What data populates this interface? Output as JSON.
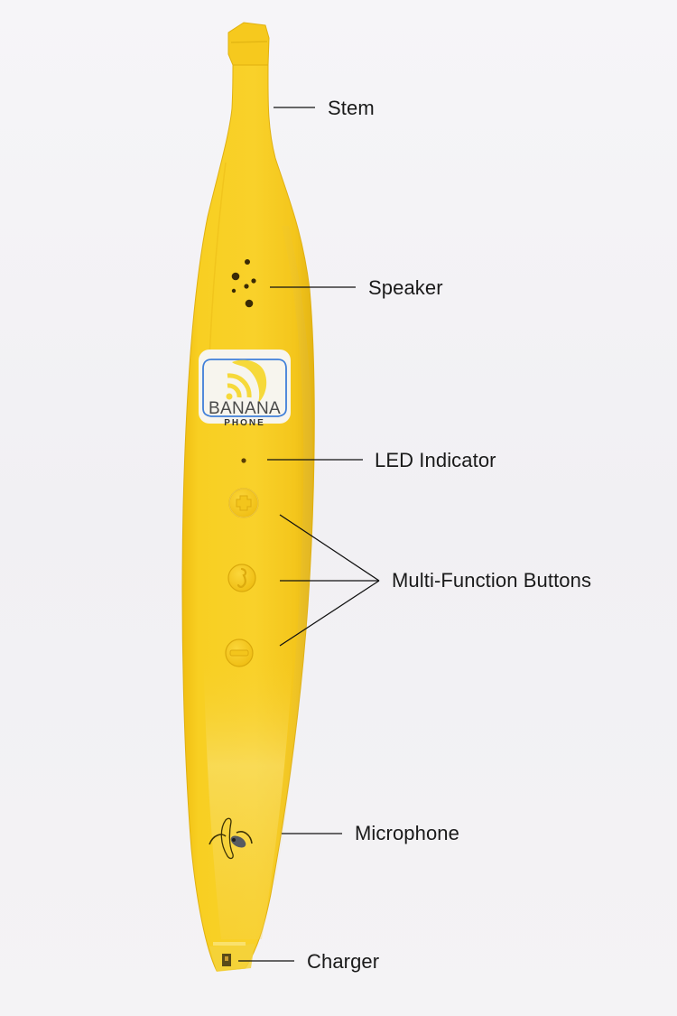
{
  "product": {
    "name": "Banana Phone",
    "logo": {
      "line1": "BANANA",
      "line2": "PHONE",
      "icon": "wifi-banana-icon",
      "border_color": "#3f7fd9",
      "icon_color": "#f6d93a"
    },
    "body_color": "#f7cb1f",
    "body_shadow_color": "#e5b50f"
  },
  "callouts": [
    {
      "id": "stem",
      "label": "Stem"
    },
    {
      "id": "speaker",
      "label": "Speaker"
    },
    {
      "id": "led",
      "label": "LED Indicator"
    },
    {
      "id": "buttons",
      "label": "Multi-Function Buttons"
    },
    {
      "id": "microphone",
      "label": "Microphone"
    },
    {
      "id": "charger",
      "label": "Charger"
    }
  ],
  "buttons": [
    {
      "id": "volume-up",
      "icon": "plus-icon"
    },
    {
      "id": "call",
      "icon": "phone-handset-icon"
    },
    {
      "id": "volume-down",
      "icon": "minus-icon"
    }
  ],
  "microphone_icon": "peeled-banana-icon"
}
